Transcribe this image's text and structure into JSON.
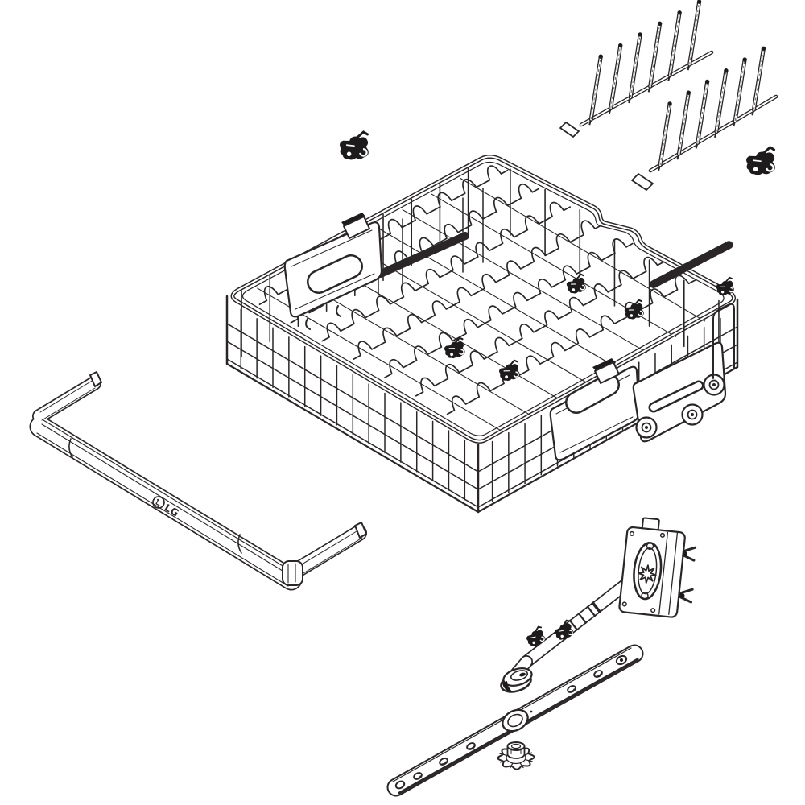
{
  "diagram": {
    "kind": "exploded-parts-line-diagram",
    "subject": "dishwasher upper rack assembly",
    "brand_label": "LG",
    "colors": {
      "line": "#2a2627",
      "background": "#ffffff",
      "clip_fill": "#1d1b1c"
    },
    "parts": [
      {
        "id": "tine-row-rear",
        "name": "folding tine row (rear)"
      },
      {
        "id": "tine-row-front",
        "name": "folding tine row (front)"
      },
      {
        "id": "retainer-clip-left",
        "name": "retainer clip"
      },
      {
        "id": "retainer-clip-right",
        "name": "retainer clip"
      },
      {
        "id": "upper-rack-basket",
        "name": "upper dishrack wire basket"
      },
      {
        "id": "height-adjuster-left",
        "name": "rack height adjuster rail"
      },
      {
        "id": "height-adjuster-right",
        "name": "rack height adjuster rail"
      },
      {
        "id": "roller-assembly",
        "name": "rack roller bracket with wheels"
      },
      {
        "id": "front-handle-trim",
        "name": "rack front handle trim (LG badge)"
      },
      {
        "id": "water-feed-tube",
        "name": "water feed tube with elbow"
      },
      {
        "id": "tube-mounting-bracket",
        "name": "feed tube mounting bracket"
      },
      {
        "id": "spray-arm",
        "name": "mid spray arm"
      },
      {
        "id": "spray-arm-nut",
        "name": "spray arm mounting nut"
      }
    ]
  }
}
